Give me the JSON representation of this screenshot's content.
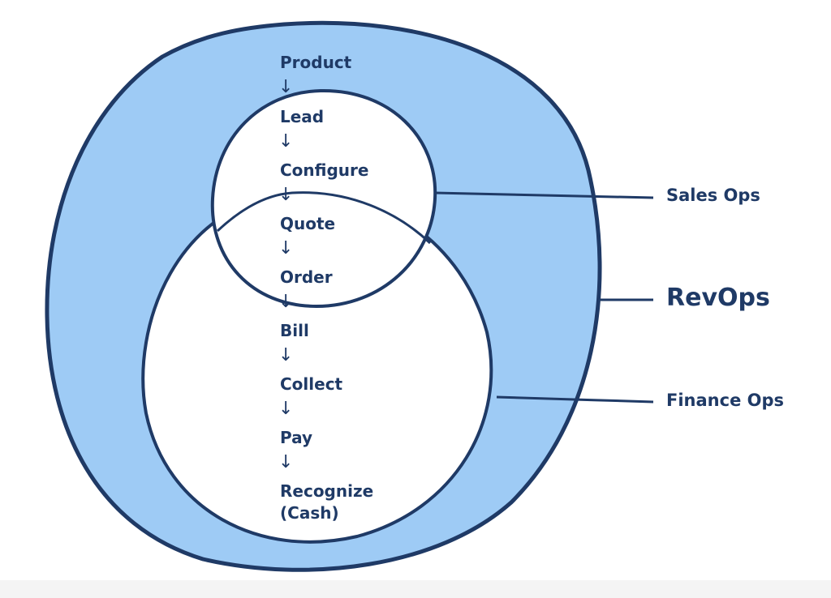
{
  "colors": {
    "outer_fill": "#9ecbf5",
    "stroke": "#1f3a66",
    "inner_fill": "#ffffff",
    "text": "#1f3a66"
  },
  "flow": {
    "arrow_glyph": "↓",
    "steps": [
      "Product",
      "Lead",
      "Configure",
      "Quote",
      "Order",
      "Bill",
      "Collect",
      "Pay",
      "Recognize",
      "(Cash)"
    ]
  },
  "labels": {
    "sales_ops": "Sales Ops",
    "revops": "RevOps",
    "finance_ops": "Finance Ops"
  }
}
